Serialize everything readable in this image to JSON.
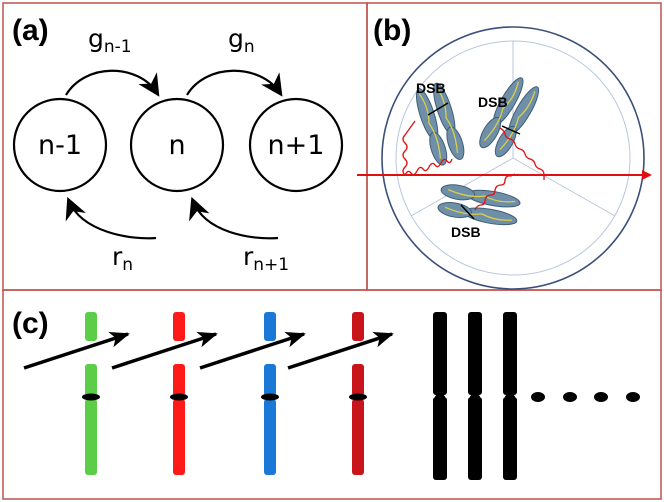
{
  "panels": {
    "a": {
      "label": "(a)",
      "states": [
        "n-1",
        "n",
        "n+1"
      ],
      "forward_rates": [
        {
          "symbol": "g",
          "subscript": "n-1"
        },
        {
          "symbol": "g",
          "subscript": "n"
        }
      ],
      "backward_rates": [
        {
          "symbol": "r",
          "subscript": "n"
        },
        {
          "symbol": "r",
          "subscript": "n+1"
        }
      ]
    },
    "b": {
      "label": "(b)",
      "break_label": "DSB"
    },
    "c": {
      "label": "(c)",
      "generation_colors": [
        "#5ccd46",
        "#ff1a1a",
        "#1a78d6",
        "#c8141a",
        "#000000",
        "#000000",
        "#000000"
      ]
    }
  },
  "colors": {
    "panel_border": "#c0504d",
    "ion_track": "#e01010",
    "nucleus_outline": "#3a4f7a",
    "chromosome": "#6f8fa8"
  }
}
